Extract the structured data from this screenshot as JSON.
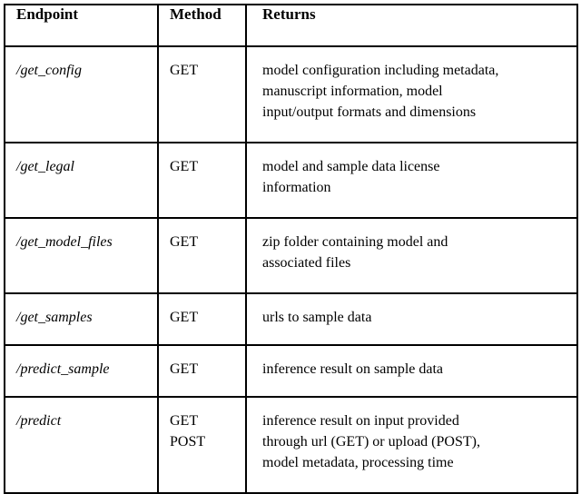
{
  "table": {
    "columns": [
      {
        "key": "endpoint",
        "label": "Endpoint"
      },
      {
        "key": "method",
        "label": "Method"
      },
      {
        "key": "returns",
        "label": "Returns"
      }
    ],
    "rows": [
      {
        "endpoint": "/get_config",
        "method": "GET",
        "returns": "model configuration including metadata,\nmanuscript information, model\ninput/output formats and dimensions"
      },
      {
        "endpoint": "/get_legal",
        "method": "GET",
        "returns": "model and sample data license\ninformation"
      },
      {
        "endpoint": "/get_model_files",
        "method": "GET",
        "returns": "zip folder containing model and\nassociated files"
      },
      {
        "endpoint": "/get_samples",
        "method": "GET",
        "returns": "urls to sample data"
      },
      {
        "endpoint": "/predict_sample",
        "method": "GET",
        "returns": "inference result on sample data"
      },
      {
        "endpoint": "/predict",
        "method": "GET\nPOST",
        "returns": "inference result on input provided\nthrough url (GET) or upload (POST),\nmodel metadata, processing time"
      }
    ]
  },
  "style": {
    "border_color": "#000000",
    "background_color": "#ffffff",
    "text_color": "#000000"
  }
}
